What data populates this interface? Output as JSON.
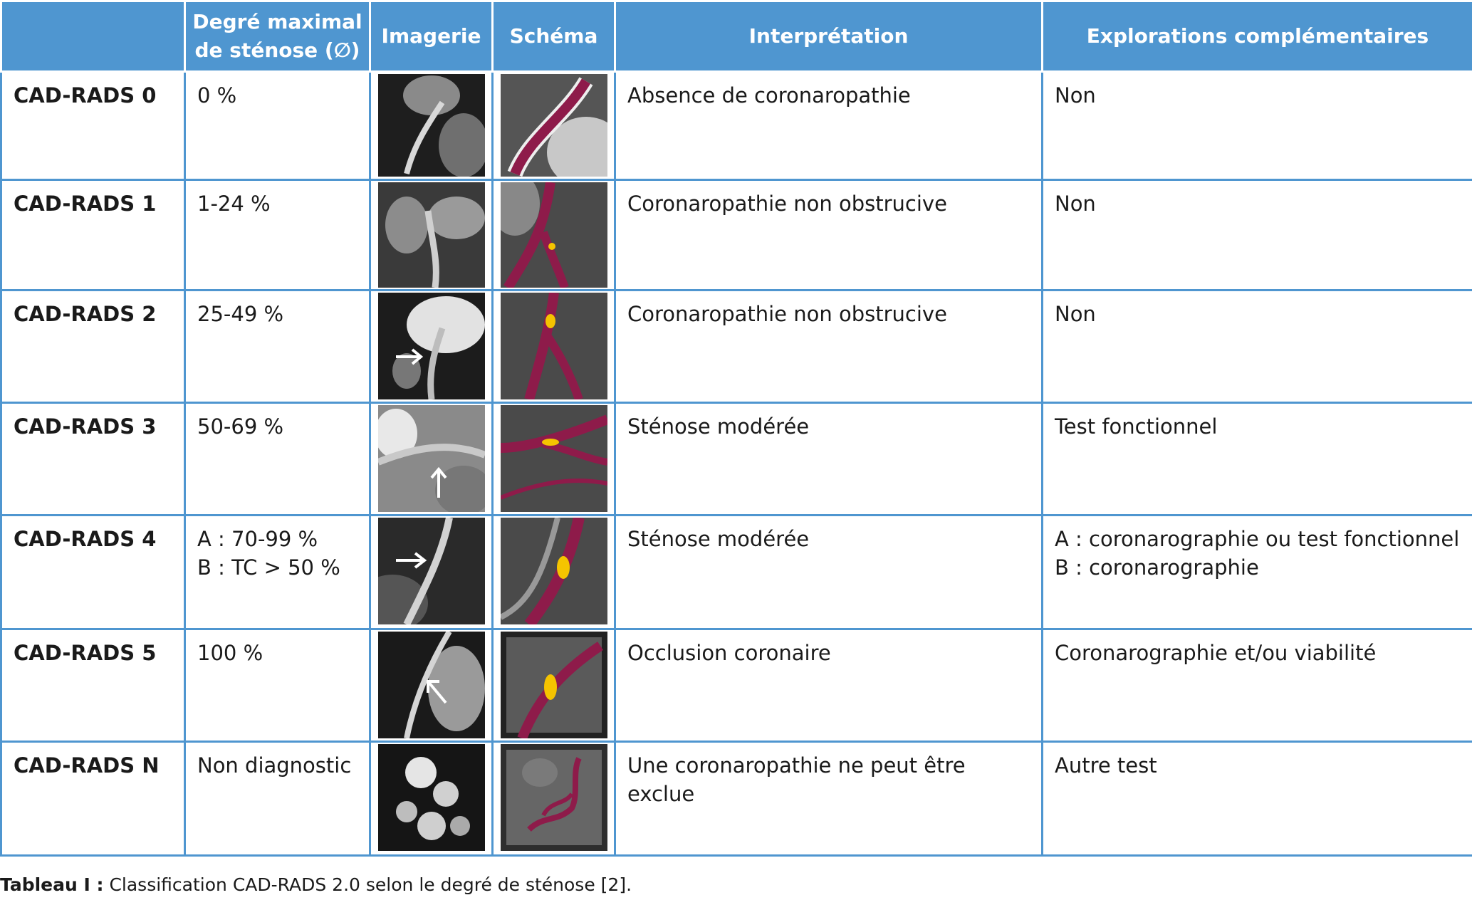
{
  "header": {
    "col_grade": "",
    "col_degree_line1": "Degré maximal",
    "col_degree_line2": "de sténose (∅)",
    "col_imaging": "Imagerie",
    "col_schema": "Schéma",
    "col_interpretation": "Interprétation",
    "col_explorations": "Explorations complémentaires"
  },
  "rows": [
    {
      "grade": "CAD-RADS 0",
      "degree": [
        "0 %"
      ],
      "interpretation": "Absence de coronaropathie",
      "explorations": [
        "Non"
      ]
    },
    {
      "grade": "CAD-RADS 1",
      "degree": [
        "1-24 %"
      ],
      "interpretation": "Coronaropathie non obstrucive",
      "explorations": [
        "Non"
      ]
    },
    {
      "grade": "CAD-RADS 2",
      "degree": [
        "25-49 %"
      ],
      "interpretation": "Coronaropathie non obstrucive",
      "explorations": [
        "Non"
      ]
    },
    {
      "grade": "CAD-RADS 3",
      "degree": [
        "50-69 %"
      ],
      "interpretation": "Sténose modérée",
      "explorations": [
        "Test fonctionnel"
      ]
    },
    {
      "grade": "CAD-RADS 4",
      "degree": [
        "A : 70-99 %",
        "B : TC > 50 %"
      ],
      "interpretation": "Sténose modérée",
      "explorations": [
        "A : coronarographie ou test fonctionnel",
        "B : coronarographie"
      ]
    },
    {
      "grade": "CAD-RADS 5",
      "degree": [
        "100 %"
      ],
      "interpretation": "Occlusion coronaire",
      "explorations": [
        "Coronarographie et/ou viabilité"
      ]
    },
    {
      "grade": "CAD-RADS N",
      "degree": [
        "Non diagnostic"
      ],
      "interpretation": "Une coronaropathie ne peut être exclue",
      "explorations": [
        "Autre test"
      ]
    }
  ],
  "caption": {
    "label": "Tableau I :",
    "text": "Classification CAD-RADS 2.0 selon le degré de sténose [2]."
  },
  "colors": {
    "header_bg": "#4f96d0",
    "vessel": "#8e1b4a",
    "plaque": "#f5c400"
  }
}
